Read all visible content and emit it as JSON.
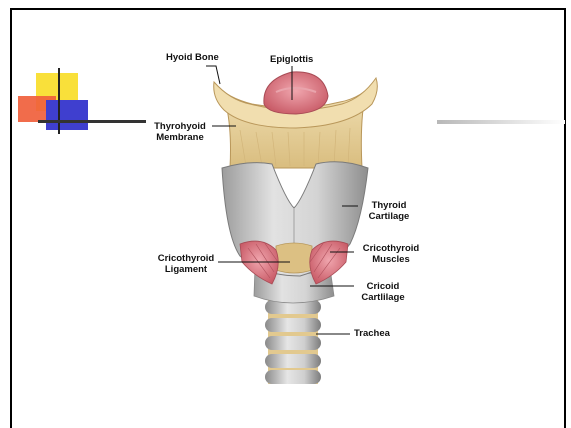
{
  "labels": {
    "hyoid_bone": "Hyoid Bone",
    "epiglottis": "Epiglottis",
    "thyrohyoid_1": "Thyrohyoid",
    "thyrohyoid_2": "Membrane",
    "thyroid_1": "Thyroid",
    "thyroid_2": "Cartilage",
    "cricothyroid_lig_1": "Cricothyroid",
    "cricothyroid_lig_2": "Ligament",
    "cricothyroid_mus_1": "Cricothyroid",
    "cricothyroid_mus_2": "Muscles",
    "cricoid_1": "Cricoid",
    "cricoid_2": "Cartlilage",
    "trachea": "Trachea"
  },
  "colors": {
    "accent_yellow": "#f9e03a",
    "accent_red": "#f0603c",
    "accent_blue": "#3f3fcf",
    "cartilage_gray": "#c8c8c8",
    "membrane_tan": "#e6cf98",
    "epiglottis_pink": "#d9707a",
    "muscle_pink": "#d9788a"
  }
}
